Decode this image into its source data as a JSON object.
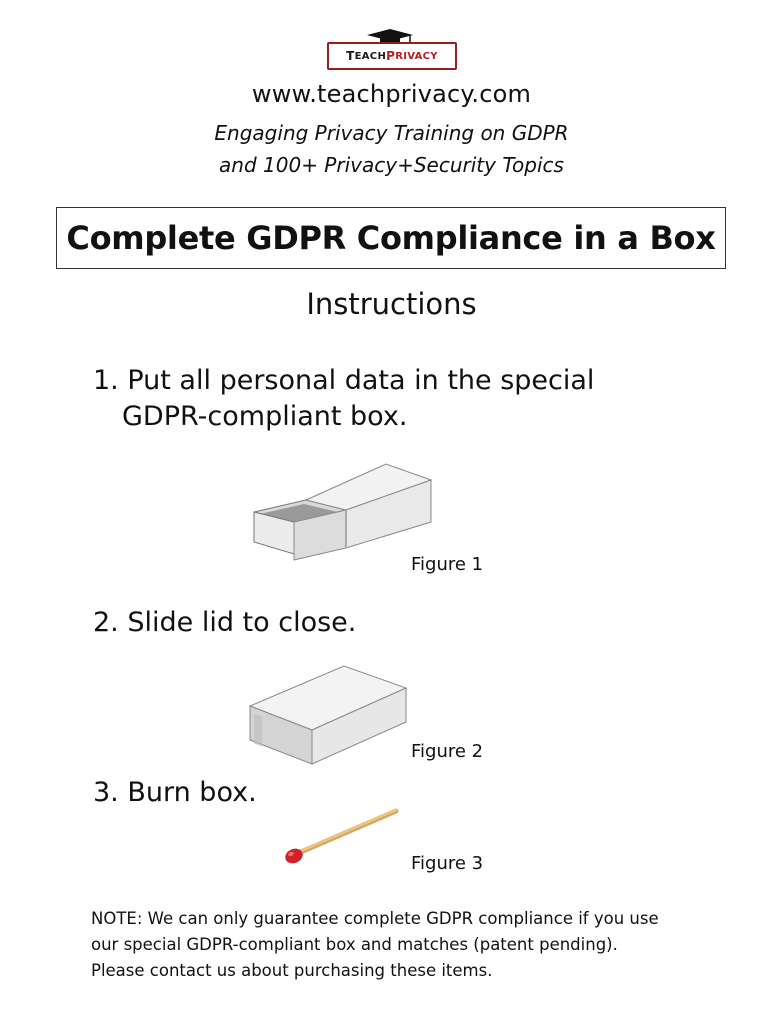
{
  "logo": {
    "part1": "T",
    "part2": "EACH",
    "part3": "P",
    "part4": "RIVACY"
  },
  "url": "www.teachprivacy.com",
  "tagline": {
    "line1": "Engaging Privacy Training on GDPR",
    "line2": "and 100+ Privacy+Security Topics"
  },
  "title": "Complete GDPR Compliance in a Box",
  "subtitle": "Instructions",
  "steps": [
    {
      "line1": "1. Put all personal data in the special",
      "line2": "GDPR-compliant box."
    },
    {
      "line1": "2. Slide lid to close."
    },
    {
      "line1": "3. Burn box."
    }
  ],
  "figures": [
    "Figure 1",
    "Figure 2",
    "Figure 3"
  ],
  "note": {
    "line1": "NOTE: We can only guarantee complete GDPR compliance if you use",
    "line2": "our special GDPR-compliant box and matches (patent pending).",
    "line3": "Please contact us about purchasing these items."
  },
  "colors": {
    "logo_red": "#b41f1f",
    "match_head": "#d0202a",
    "match_stick": "#e4b671"
  }
}
